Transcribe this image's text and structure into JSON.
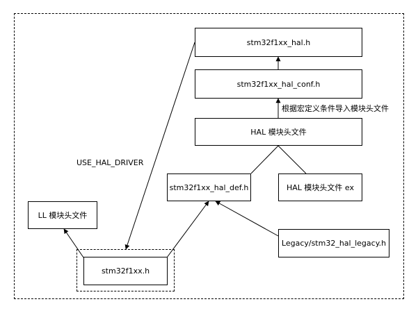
{
  "nodes": {
    "hal_h": "stm32f1xx_hal.h",
    "hal_conf": "stm32f1xx_hal_conf.h",
    "hal_module_header": "HAL 模块头文件",
    "hal_def": "stm32f1xx_hal_def.h",
    "hal_module_header_ex": "HAL 模块头文件 ex",
    "ll_module_header": "LL 模块头文件",
    "legacy": "Legacy/stm32_hal_legacy.h",
    "stm32f1xx": "stm32f1xx.h"
  },
  "edge_labels": {
    "conditional_import": "根据宏定义条件导入模块头文件",
    "use_hal_driver": "USE_HAL_DRIVER"
  },
  "colors": {
    "stroke": "#000000",
    "background": "#ffffff"
  }
}
